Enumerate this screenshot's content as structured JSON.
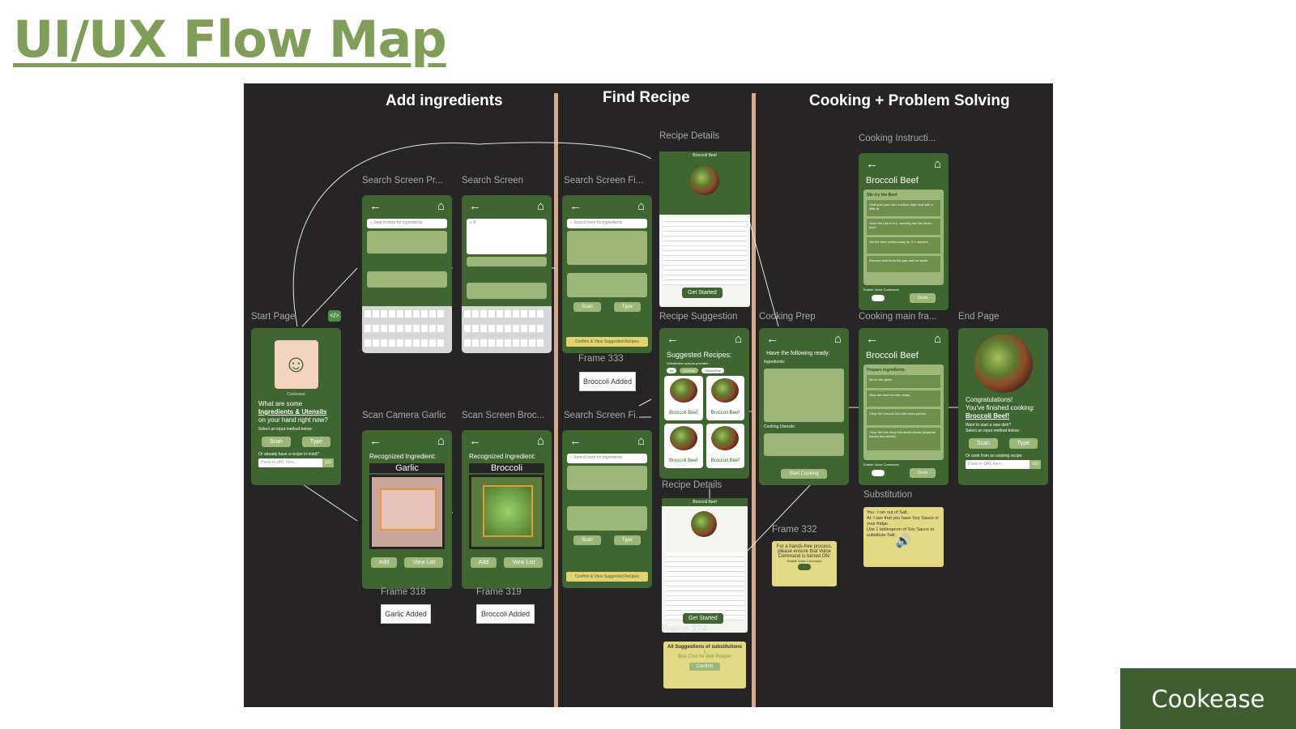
{
  "slide": {
    "title": "UI/UX Flow Map",
    "brand": "Cookease"
  },
  "sections": [
    {
      "id": "add",
      "label": "Add ingredients"
    },
    {
      "id": "find",
      "label": "Find Recipe"
    },
    {
      "id": "cook",
      "label": "Cooking + Problem Solving"
    }
  ],
  "frames": {
    "start": {
      "label": "Start Page",
      "logo_caption": "Cookease",
      "question": "What are some",
      "question_bold": "Ingredients & Utensils",
      "question_end": "on your hand right now?",
      "select_prompt": "Select an input method below:",
      "scan": "Scan",
      "type": "Type",
      "recipe_prompt": "Or already have a recipe in mind?",
      "url_placeholder": "Paste in URL here...",
      "go": "GO"
    },
    "search_pre": {
      "label": "Search Screen Pr..."
    },
    "search": {
      "label": "Search Screen"
    },
    "search_fi1": {
      "label": "Search Screen Fi..."
    },
    "search_fi2": {
      "label": "Search Screen Fi..."
    },
    "scan_garlic": {
      "label": "Scan Camera Garlic",
      "recognized": "Recognized Ingredient:",
      "item": "Garlic",
      "add": "Add",
      "view": "View List"
    },
    "scan_broccoli": {
      "label": "Scan Screen Broc...",
      "recognized": "Recognized Ingredient:",
      "item": "Broccoli",
      "add": "Add",
      "view": "View List"
    },
    "frame318": {
      "label": "Frame 318",
      "tag": "Garlic Added"
    },
    "frame319": {
      "label": "Frame 319",
      "tag": "Broccoli Added"
    },
    "frame333": {
      "label": "Frame 333",
      "tag": "Broccoli Added"
    },
    "recipe_details1": {
      "label": "Recipe Details",
      "title": "Broccoli Beef",
      "cta": "Get Started"
    },
    "recipe_details2": {
      "label": "Recipe Details",
      "title": "Broccoli Beef",
      "cta": "Get Started"
    },
    "frame324": {
      "label": "Frame 324",
      "note_title": "All Suggestions of substitutions :",
      "note_item": "Bok Choi for Bell Pepper",
      "confirm": "Confirm"
    },
    "recipe_suggestion": {
      "label": "Recipe Suggestion",
      "title": "Suggested Recipes:",
      "subtitle": "Substitution options provided",
      "filters": [
        "All",
        "Chinese",
        "Gluten-free"
      ],
      "cards": [
        "Broccoli Beef",
        "Broccoli Beef",
        "Broccoli Beef",
        "Broccoli Beef"
      ]
    },
    "cooking_prep": {
      "label": "Cooking Prep",
      "title": "Have the following ready:",
      "ingredients_h": "Ingredients:",
      "utensils_h": "Cooking Utensils:",
      "cta": "Start Cooking"
    },
    "frame332": {
      "label": "Frame 332",
      "note": "For a hands-free process, please ensure that Voice Command is turned ON:",
      "enable": "Enable Voice Command"
    },
    "cooking_instructions": {
      "label": "Cooking Instructi...",
      "title": "Broccoli Beef",
      "step_h": "Stir-fry the Beef",
      "steps": [
        "Heat your pan over medium-high heat with a little oil.",
        "Once the pan is hot, carefully add the sliced beef.",
        "Stir the beef continuously for 2-3 minutes.",
        "Remove beef from the pan and set aside."
      ],
      "voice": "Enable Voice Command:",
      "done": "Done"
    },
    "cooking_main": {
      "label": "Cooking main fra...",
      "title": "Broccoli Beef",
      "step_h": "Prepare Ingredients",
      "steps": [
        "Mince the garlic.",
        "Slice the beef into thin strips.",
        "Chop the broccoli into bite-sized pieces.",
        "Chop the bok choy into small pieces (separate leaves and stems)."
      ],
      "voice": "Enable Voice Command:",
      "done": "Done"
    },
    "substitution": {
      "label": "Substitution",
      "line1": "You: I ran out of Salt.",
      "line2": "AI: I see that you have Soy Sauce in your fridge.",
      "line3": "Use 1 tablespoon of Soy Sauce to substitute Salt."
    },
    "end": {
      "label": "End Page",
      "congrats": "Congratulations!",
      "finished": "You've finished cooking:",
      "dish": "Broccoli Beef!",
      "new_dish": "Want to start a new dish?",
      "select_prompt": "Select an input method below:",
      "scan": "Scan",
      "type": "Type",
      "recipe_prompt": "Or cook from an existing recipe:",
      "url_placeholder": "Paste in URL here...",
      "go": "GO"
    }
  }
}
